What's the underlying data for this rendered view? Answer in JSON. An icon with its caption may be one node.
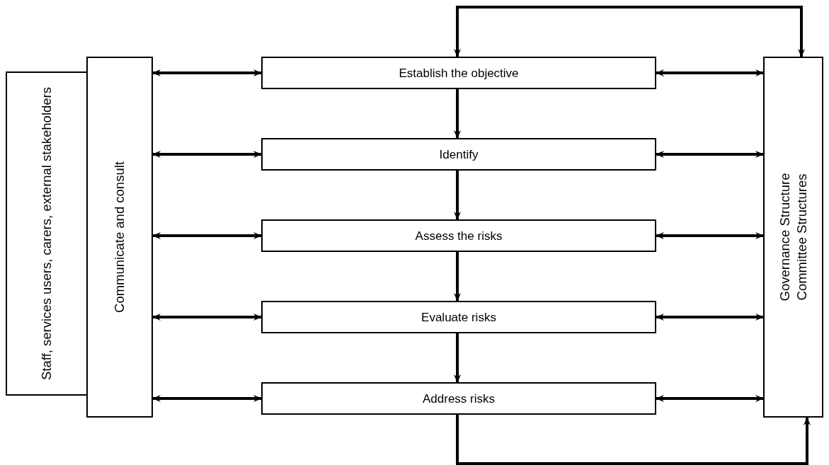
{
  "diagram": {
    "nodes": [
      {
        "text": [
          "Staff, services users, carers, external stakeholders"
        ]
      },
      {
        "text": [
          "Communicate and consult"
        ]
      },
      {
        "text": [
          "Establish the objective"
        ]
      },
      {
        "text": [
          "Identify"
        ]
      },
      {
        "text": [
          "Assess the risks"
        ]
      },
      {
        "text": [
          "Evaluate risks"
        ]
      },
      {
        "text": [
          "Address risks"
        ]
      },
      {
        "text": [
          "Governance Structure",
          "Committee Structures"
        ]
      }
    ],
    "edges": [
      {
        "from": 2,
        "to": 7,
        "arrow": "both"
      },
      {
        "from": 1,
        "to": 2,
        "arrow": "both"
      },
      {
        "from": 2,
        "to": 7,
        "arrow": "both"
      },
      {
        "from": 2,
        "to": 3,
        "arrow": "to"
      },
      {
        "from": 1,
        "to": 3,
        "arrow": "both"
      },
      {
        "from": 3,
        "to": 7,
        "arrow": "both"
      },
      {
        "from": 3,
        "to": 4,
        "arrow": "to"
      },
      {
        "from": 1,
        "to": 4,
        "arrow": "both"
      },
      {
        "from": 4,
        "to": 7,
        "arrow": "both"
      },
      {
        "from": 4,
        "to": 5,
        "arrow": "to"
      },
      {
        "from": 1,
        "to": 5,
        "arrow": "both"
      },
      {
        "from": 5,
        "to": 7,
        "arrow": "both"
      },
      {
        "from": 5,
        "to": 6,
        "arrow": "to"
      },
      {
        "from": 1,
        "to": 6,
        "arrow": "both"
      },
      {
        "from": 6,
        "to": 7,
        "arrow": "both"
      },
      {
        "from": 6,
        "to": 7,
        "arrow": "to"
      }
    ]
  }
}
